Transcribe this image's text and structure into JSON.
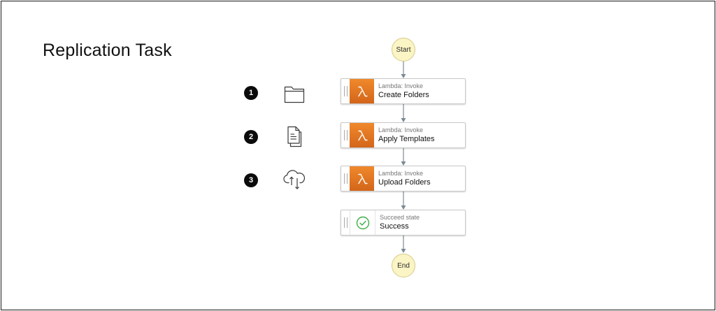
{
  "page": {
    "title": "Replication Task"
  },
  "steps": [
    {
      "number": "1",
      "icon": "folder-icon"
    },
    {
      "number": "2",
      "icon": "document-icon"
    },
    {
      "number": "3",
      "icon": "cloud-sync-icon"
    }
  ],
  "workflow": {
    "start_label": "Start",
    "end_label": "End",
    "states": [
      {
        "type": "Lambda: Invoke",
        "name": "Create Folders",
        "icon": "lambda-icon"
      },
      {
        "type": "Lambda: Invoke",
        "name": "Apply Templates",
        "icon": "lambda-icon"
      },
      {
        "type": "Lambda: Invoke",
        "name": "Upload Folders",
        "icon": "lambda-icon"
      },
      {
        "type": "Succeed state",
        "name": "Success",
        "icon": "check-circle-icon"
      }
    ]
  },
  "colors": {
    "lambda_orange": "#e67a22",
    "terminal_fill": "#fbf4c4",
    "success_green": "#3fae49",
    "connector": "#7b8a94"
  }
}
